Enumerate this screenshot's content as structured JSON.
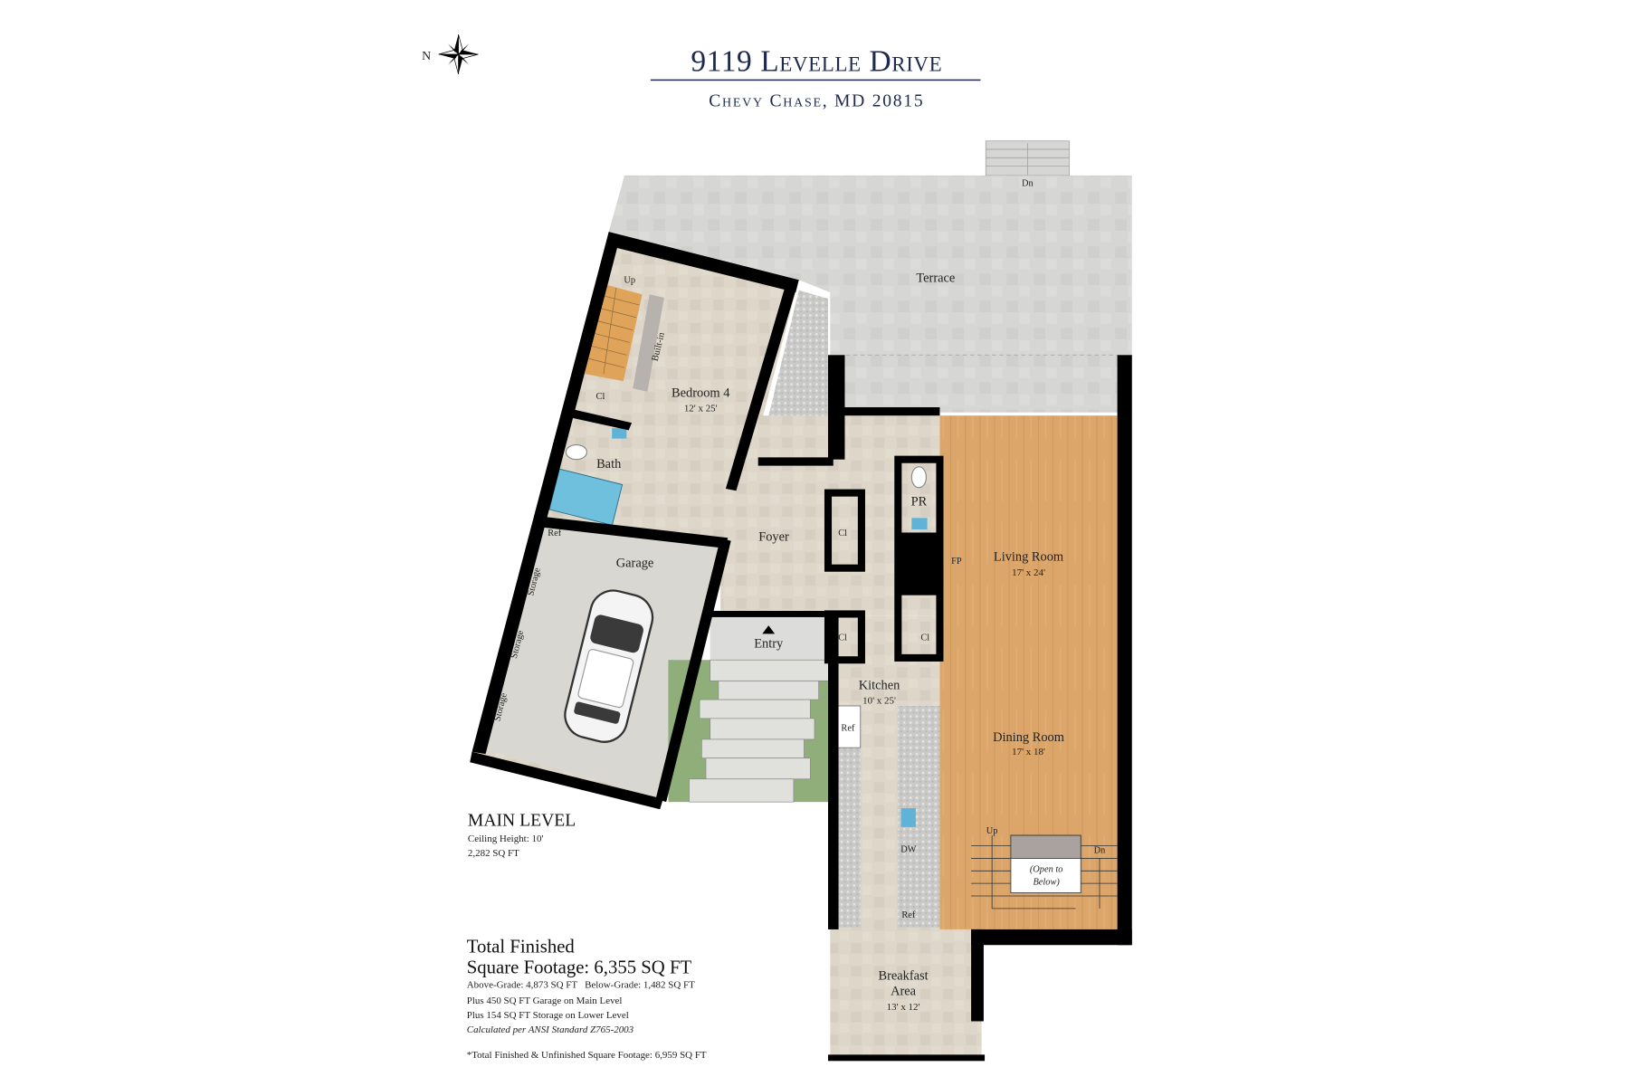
{
  "header": {
    "title": "9119 Levelle Drive",
    "subtitle": "Chevy Chase, MD 20815",
    "compass_label": "N",
    "compass_icon": "compass-rose-icon"
  },
  "colors": {
    "title": "#1d2a4d",
    "terrace": "#d6d6d4",
    "tile_floor": "#ddd6c9",
    "wood_floor": "#dca66a",
    "garage_floor": "#d8d7d1",
    "lawn": "#8fae7a",
    "stairs": "#e0a35a",
    "walls": "#000000",
    "fixtures": "#5fb3d6"
  },
  "rooms": [
    {
      "name": "Terrace"
    },
    {
      "name": "Bedroom 4",
      "dims": "12' x 25'"
    },
    {
      "name": "Bath"
    },
    {
      "name": "Garage"
    },
    {
      "name": "Foyer"
    },
    {
      "name": "Living Room",
      "dims": "17' x 24'"
    },
    {
      "name": "Kitchen",
      "dims": "10' x 25'"
    },
    {
      "name": "Dining Room",
      "dims": "17' x 18'"
    },
    {
      "name": "Breakfast Area",
      "name_lines": [
        "Breakfast",
        "Area"
      ],
      "dims": "13' x 12'"
    },
    {
      "name": "Entry"
    },
    {
      "name": "PR"
    }
  ],
  "labels": {
    "up": "Up",
    "dn": "Dn",
    "closet": "Cl",
    "built_in": "Built-in",
    "ref": "Ref",
    "storage": "Storage",
    "fireplace": "FP",
    "dishwasher": "DW",
    "open_to_below_1": "(Open to",
    "open_to_below_2": "Below)"
  },
  "level_info": {
    "level": "MAIN LEVEL",
    "ceiling": "Ceiling Height: 10'",
    "sqft": "2,282 SQ FT"
  },
  "totals": {
    "line1": "Total Finished",
    "line2": "Square Footage: 6,355 SQ FT",
    "grades": "Above-Grade: 4,873 SQ FT   Below-Grade: 1,482 SQ FT",
    "garage": "Plus 450 SQ FT Garage on Main Level",
    "storage": "Plus 154 SQ FT Storage on Lower Level",
    "standard": "Calculated per ANSI Standard Z765-2003",
    "footnote": "*Total Finished & Unfinished Square Footage: 6,959 SQ FT"
  }
}
